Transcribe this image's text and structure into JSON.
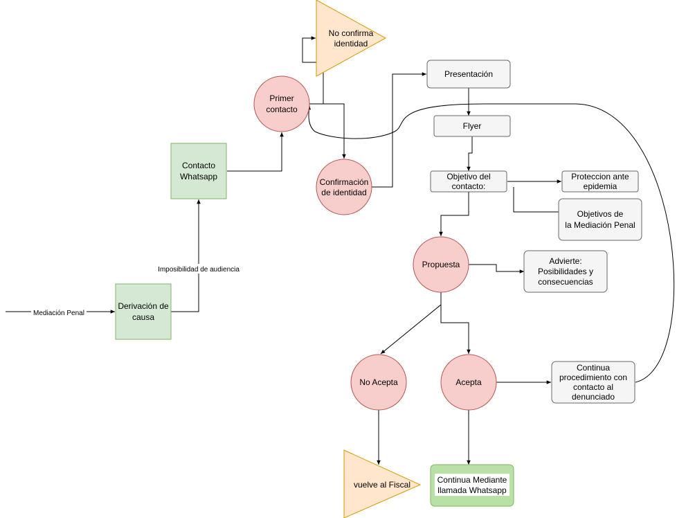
{
  "diagram": {
    "input_label": "Mediación Penal",
    "edge_impossibility_label": "Imposibilidad de audiencia",
    "nodes": {
      "derivacion": [
        "Derivación de",
        "causa"
      ],
      "contacto_whatsapp": [
        "Contacto",
        "Whatsapp"
      ],
      "primer_contacto": [
        "Primer",
        "contacto"
      ],
      "no_confirma": [
        "No confirma",
        "identidad"
      ],
      "confirmacion": [
        "Confirmación",
        "de identidad"
      ],
      "presentacion": [
        "Presentación"
      ],
      "flyer": [
        "Flyer"
      ],
      "objetivo_contacto": [
        "Objetivo del",
        "contacto:"
      ],
      "proteccion": [
        "Proteccion ante",
        "epidemia"
      ],
      "objetivos_mediacion": [
        "Objetivos de",
        "la Mediación Penal"
      ],
      "propuesta": [
        "Propuesta"
      ],
      "advierte": [
        "Advierte:",
        "Posibilidades y",
        "consecuencias"
      ],
      "no_acepta": [
        "No Acepta"
      ],
      "acepta": [
        "Acepta"
      ],
      "continua_procedimiento": [
        "Continua",
        "procedimiento con",
        "contacto al",
        "denunciado"
      ],
      "vuelve_fiscal": [
        "vuelve al Fiscal"
      ],
      "continua_whatsapp": [
        "Continua Mediante",
        "llamada Whatsapp"
      ]
    },
    "colors": {
      "green_fill": "#d5e8d4",
      "green_stroke": "#82b366",
      "red_fill": "#f8cecc",
      "red_stroke": "#b85450",
      "orange_fill": "#ffe6cc",
      "orange_stroke": "#d79b00",
      "grey_fill": "#f5f5f5",
      "grey_stroke": "#666666",
      "bright_green_fill": "#b9e0a5",
      "line": "#000000"
    }
  }
}
